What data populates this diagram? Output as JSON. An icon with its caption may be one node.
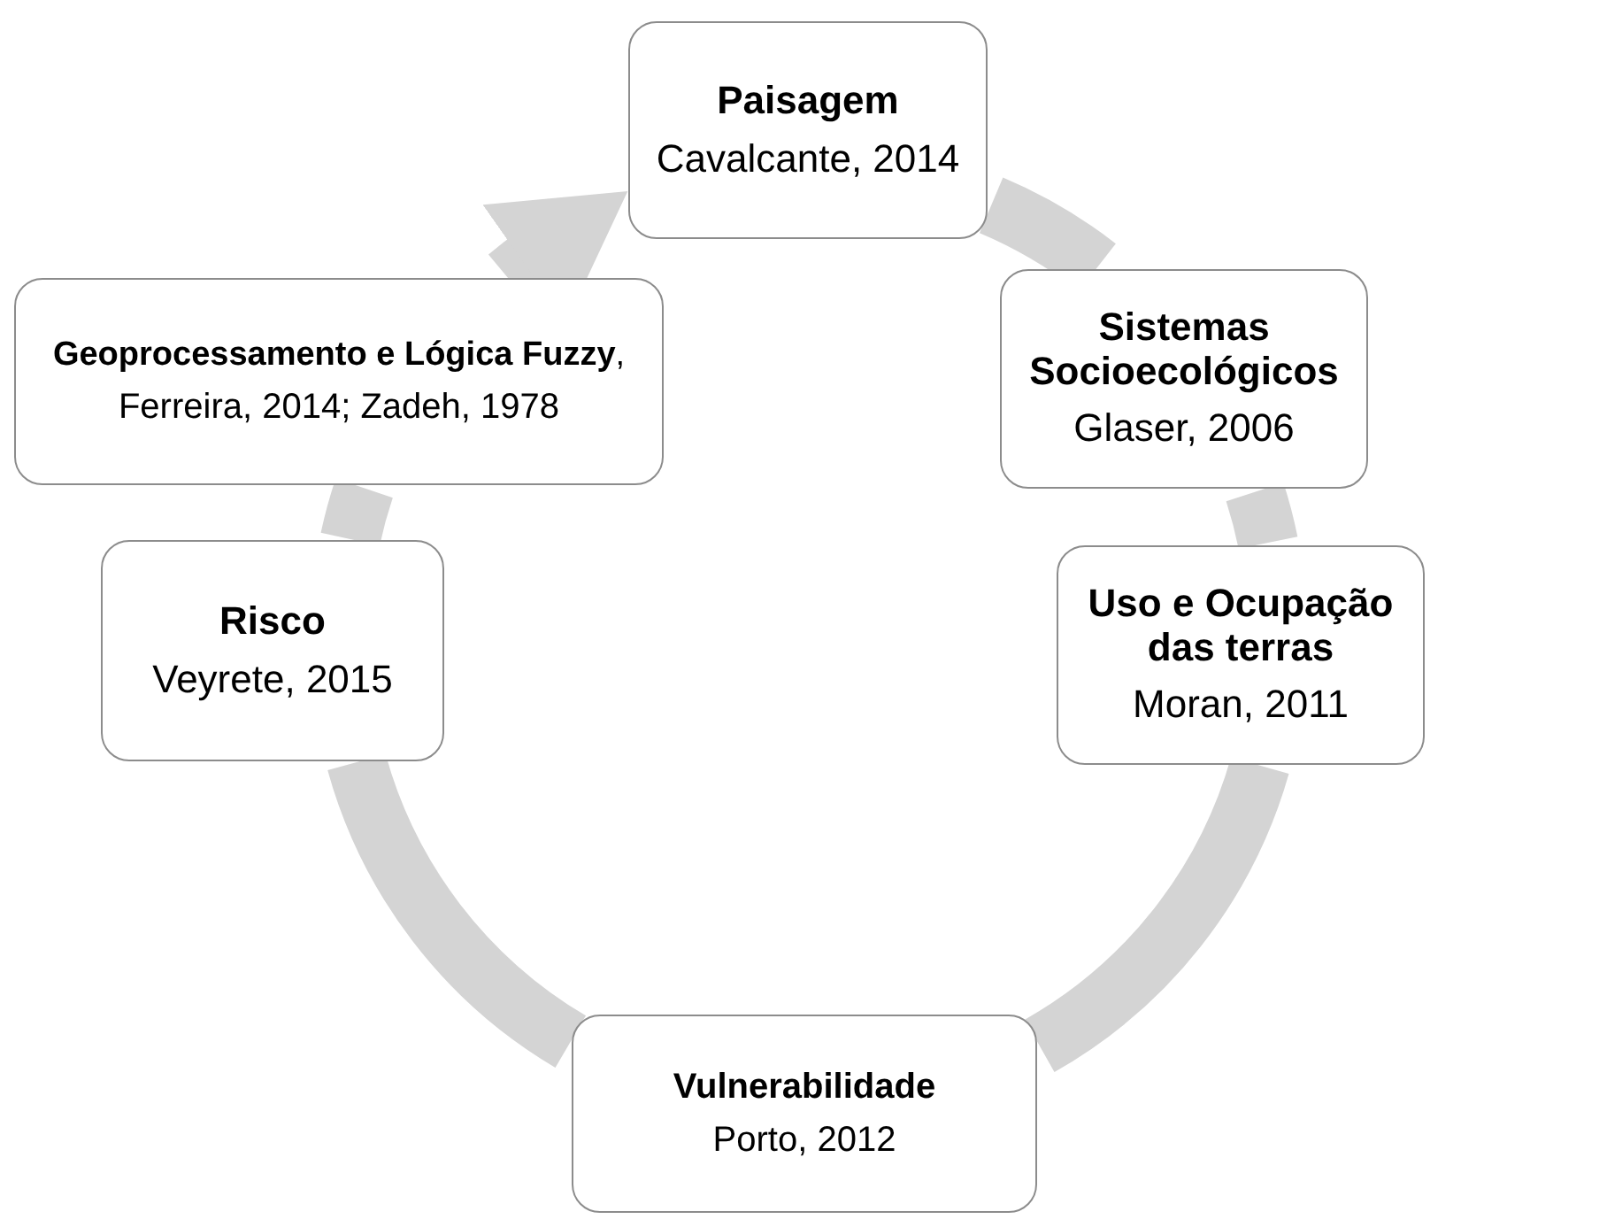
{
  "diagram": {
    "nodes": [
      {
        "text": [
          "Paisagem",
          "Cavalcante, 2014"
        ]
      },
      {
        "text": [
          "Sistemas Socioecológicos",
          "Glaser, 2006"
        ]
      },
      {
        "text": [
          "Uso e Ocupação das terras",
          "Moran, 2011"
        ]
      },
      {
        "text": [
          "Vulnerabilidade",
          "Porto, 2012"
        ]
      },
      {
        "text": [
          "Risco",
          "Veyrete, 2015"
        ]
      },
      {
        "text": [
          "**Geoprocessamento e Lógica Fuzzy**,",
          "Ferreira, 2014; Zadeh, 1978"
        ]
      }
    ],
    "edges": [
      {
        "from": 0,
        "to": 1,
        "arrow": "none"
      },
      {
        "from": 1,
        "to": 2,
        "arrow": "none"
      },
      {
        "from": 2,
        "to": 3,
        "arrow": "none"
      },
      {
        "from": 3,
        "to": 4,
        "arrow": "none"
      },
      {
        "from": 4,
        "to": 5,
        "arrow": "none"
      },
      {
        "from": 5,
        "to": 0,
        "arrow": "to"
      }
    ]
  }
}
